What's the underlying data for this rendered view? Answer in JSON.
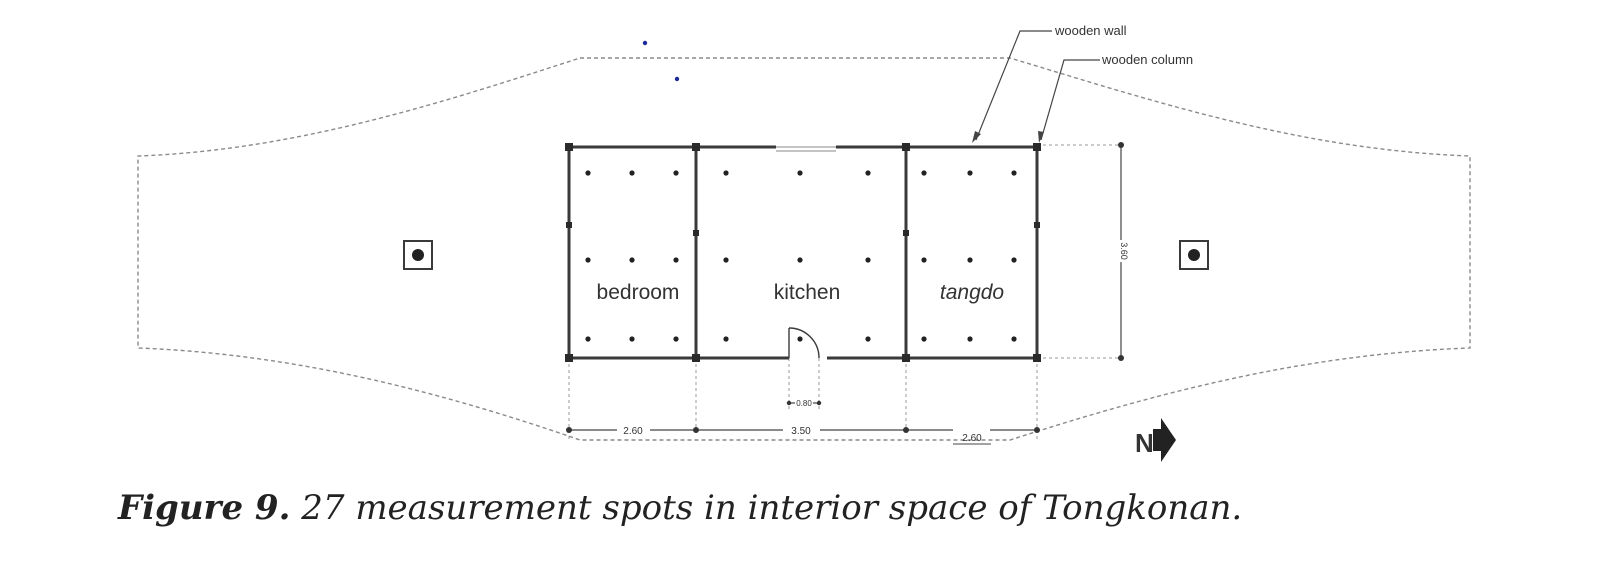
{
  "figure": {
    "rooms": [
      {
        "id": "bedroom",
        "label": "bedroom",
        "italic": false
      },
      {
        "id": "kitchen",
        "label": "kitchen",
        "italic": false
      },
      {
        "id": "tangdo",
        "label": "tangdo",
        "italic": true
      }
    ],
    "callouts": {
      "wall": "wooden wall",
      "column": "wooden column"
    },
    "dimensions": {
      "bedroom_width": "2.60",
      "kitchen_width": "3.50",
      "tangdo_width": "2.60",
      "door_width": "0.80",
      "depth": "3.60"
    },
    "north_label": "N",
    "measurement_spot_count": 27
  },
  "caption": {
    "number": "Figure 9.",
    "text": "27 measurement spots in interior space of Tongkonan."
  }
}
